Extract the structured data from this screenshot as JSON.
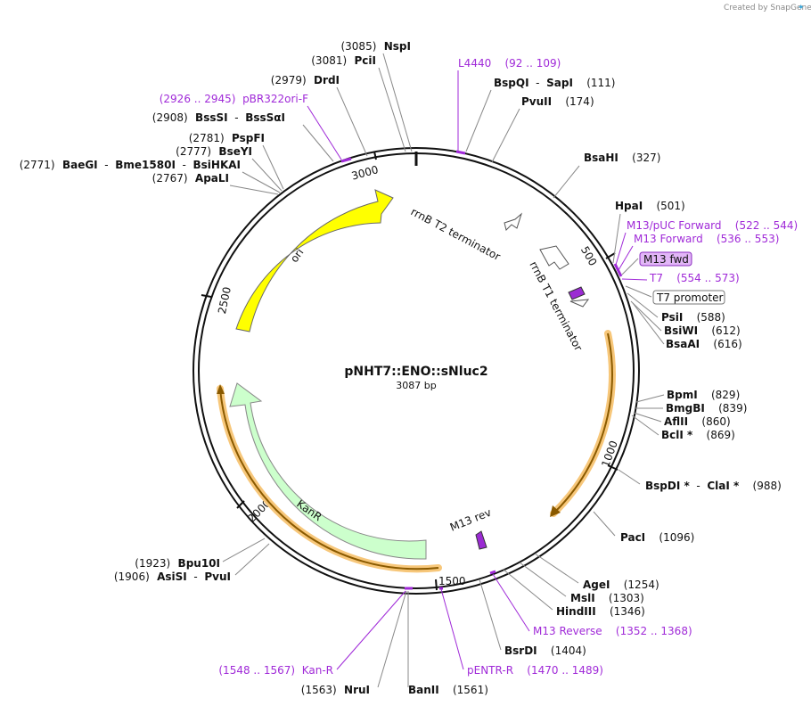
{
  "watermark": "Created by SnapGene",
  "plasmid": {
    "name": "pNHT7::ENO::sNluc2",
    "size_label": "3087 bp",
    "length": 3087
  },
  "colors": {
    "backbone": "#111111",
    "primer": "#a02ad8",
    "ori": "#ffff00",
    "kanr": "#ccffcc",
    "cds_glow": "#f7c77a",
    "cds_line": "#8a5a00",
    "terminator": "#ffffff",
    "m13_feature": "#9b2bd3"
  },
  "ticks": [
    "500",
    "1000",
    "1500",
    "2000",
    "2500",
    "3000"
  ],
  "features": [
    {
      "id": "ori",
      "label": "ori"
    },
    {
      "id": "kanr",
      "label": "KanR"
    },
    {
      "id": "rrnb-t2",
      "label": "rrnB T2 terminator"
    },
    {
      "id": "rrnb-t1",
      "label": "rrnB T1 terminator"
    },
    {
      "id": "m13rev",
      "label": "M13 rev"
    }
  ],
  "labels": [
    {
      "id": "nspi",
      "parts": [
        {
          "t": "(3085)",
          "c": "num"
        },
        {
          "t": "  NspI",
          "c": "enz"
        }
      ]
    },
    {
      "id": "pcii",
      "parts": [
        {
          "t": "(3081)",
          "c": "num"
        },
        {
          "t": "  PciI",
          "c": "enz"
        }
      ]
    },
    {
      "id": "drdi",
      "parts": [
        {
          "t": "(2979)",
          "c": "num"
        },
        {
          "t": "  DrdI",
          "c": "enz"
        }
      ]
    },
    {
      "id": "pbr322",
      "parts": [
        {
          "t": "(2926 .. 2945)",
          "c": "prim"
        },
        {
          "t": "  pBR322ori-F",
          "c": "prim"
        }
      ]
    },
    {
      "id": "bsssi",
      "parts": [
        {
          "t": "(2908)",
          "c": "num"
        },
        {
          "t": "  BssSI",
          "c": "enz"
        },
        {
          "t": "  -  ",
          "c": "num"
        },
        {
          "t": "BssSαI",
          "c": "enz"
        }
      ]
    },
    {
      "id": "pspfi",
      "parts": [
        {
          "t": "(2781)",
          "c": "num"
        },
        {
          "t": "  PspFI",
          "c": "enz"
        }
      ]
    },
    {
      "id": "bseyi",
      "parts": [
        {
          "t": "(2777)",
          "c": "num"
        },
        {
          "t": "  BseYI",
          "c": "enz"
        }
      ]
    },
    {
      "id": "baegi",
      "parts": [
        {
          "t": "(2771)",
          "c": "num"
        },
        {
          "t": "  BaeGI",
          "c": "enz"
        },
        {
          "t": "  -  ",
          "c": "num"
        },
        {
          "t": "Bme1580I",
          "c": "enz"
        },
        {
          "t": "  -  ",
          "c": "num"
        },
        {
          "t": "BsiHKAI",
          "c": "enz"
        }
      ]
    },
    {
      "id": "apali",
      "parts": [
        {
          "t": "(2767)",
          "c": "num"
        },
        {
          "t": "  ApaLI",
          "c": "enz"
        }
      ]
    },
    {
      "id": "l4440",
      "parts": [
        {
          "t": "L4440",
          "c": "prim"
        },
        {
          "t": "    (92 .. 109)",
          "c": "prim"
        }
      ]
    },
    {
      "id": "bspqi",
      "parts": [
        {
          "t": "BspQI",
          "c": "enz"
        },
        {
          "t": "  -  ",
          "c": "num"
        },
        {
          "t": "SapI",
          "c": "enz"
        },
        {
          "t": "    (111)",
          "c": "num"
        }
      ]
    },
    {
      "id": "pvuii",
      "parts": [
        {
          "t": "PvuII",
          "c": "enz"
        },
        {
          "t": "    (174)",
          "c": "num"
        }
      ]
    },
    {
      "id": "bsahi",
      "parts": [
        {
          "t": "BsaHI",
          "c": "enz"
        },
        {
          "t": "    (327)",
          "c": "num"
        }
      ]
    },
    {
      "id": "hpai",
      "parts": [
        {
          "t": "HpaI",
          "c": "enz"
        },
        {
          "t": "    (501)",
          "c": "num"
        }
      ]
    },
    {
      "id": "m13puc",
      "parts": [
        {
          "t": "M13/pUC Forward",
          "c": "prim"
        },
        {
          "t": "    (522 .. 544)",
          "c": "prim"
        }
      ]
    },
    {
      "id": "m13fwd",
      "parts": [
        {
          "t": "M13 Forward",
          "c": "prim"
        },
        {
          "t": "    (536 .. 553)",
          "c": "prim"
        }
      ]
    },
    {
      "id": "t7",
      "parts": [
        {
          "t": "T7",
          "c": "prim"
        },
        {
          "t": "    (554 .. 573)",
          "c": "prim"
        }
      ]
    },
    {
      "id": "psii",
      "parts": [
        {
          "t": "PsiI",
          "c": "enz"
        },
        {
          "t": "    (588)",
          "c": "num"
        }
      ]
    },
    {
      "id": "bsiwi",
      "parts": [
        {
          "t": "BsiWI",
          "c": "enz"
        },
        {
          "t": "    (612)",
          "c": "num"
        }
      ]
    },
    {
      "id": "bsaai",
      "parts": [
        {
          "t": "BsaAI",
          "c": "enz"
        },
        {
          "t": "    (616)",
          "c": "num"
        }
      ]
    },
    {
      "id": "bpmi",
      "parts": [
        {
          "t": "BpmI",
          "c": "enz"
        },
        {
          "t": "    (829)",
          "c": "num"
        }
      ]
    },
    {
      "id": "bmgbi",
      "parts": [
        {
          "t": "BmgBI",
          "c": "enz"
        },
        {
          "t": "    (839)",
          "c": "num"
        }
      ]
    },
    {
      "id": "aflii",
      "parts": [
        {
          "t": "AflII",
          "c": "enz"
        },
        {
          "t": "    (860)",
          "c": "num"
        }
      ]
    },
    {
      "id": "bcli",
      "parts": [
        {
          "t": "BclI *",
          "c": "enz"
        },
        {
          "t": "    (869)",
          "c": "num"
        }
      ]
    },
    {
      "id": "bspdi",
      "parts": [
        {
          "t": "BspDI *",
          "c": "enz"
        },
        {
          "t": "  -  ",
          "c": "num"
        },
        {
          "t": "ClaI *",
          "c": "enz"
        },
        {
          "t": "    (988)",
          "c": "num"
        }
      ]
    },
    {
      "id": "paci",
      "parts": [
        {
          "t": "PacI",
          "c": "enz"
        },
        {
          "t": "    (1096)",
          "c": "num"
        }
      ]
    },
    {
      "id": "agei",
      "parts": [
        {
          "t": "AgeI",
          "c": "enz"
        },
        {
          "t": "    (1254)",
          "c": "num"
        }
      ]
    },
    {
      "id": "msli",
      "parts": [
        {
          "t": "MslI",
          "c": "enz"
        },
        {
          "t": "    (1303)",
          "c": "num"
        }
      ]
    },
    {
      "id": "hindiii",
      "parts": [
        {
          "t": "HindIII",
          "c": "enz"
        },
        {
          "t": "    (1346)",
          "c": "num"
        }
      ]
    },
    {
      "id": "m13rev-primer",
      "parts": [
        {
          "t": "M13 Reverse",
          "c": "prim"
        },
        {
          "t": "    (1352 .. 1368)",
          "c": "prim"
        }
      ]
    },
    {
      "id": "bsrdi",
      "parts": [
        {
          "t": "BsrDI",
          "c": "enz"
        },
        {
          "t": "    (1404)",
          "c": "num"
        }
      ]
    },
    {
      "id": "pentr",
      "parts": [
        {
          "t": "pENTR-R",
          "c": "prim"
        },
        {
          "t": "    (1470 .. 1489)",
          "c": "prim"
        }
      ]
    },
    {
      "id": "banii",
      "parts": [
        {
          "t": "BanII",
          "c": "enz"
        },
        {
          "t": "    (1561)",
          "c": "num"
        }
      ]
    },
    {
      "id": "nrui",
      "parts": [
        {
          "t": "(1563)",
          "c": "num"
        },
        {
          "t": "  NruI",
          "c": "enz"
        }
      ]
    },
    {
      "id": "kanr-primer",
      "parts": [
        {
          "t": "(1548 .. 1567)",
          "c": "prim"
        },
        {
          "t": "  Kan-R",
          "c": "prim"
        }
      ]
    },
    {
      "id": "bpu10i",
      "parts": [
        {
          "t": "(1923)",
          "c": "num"
        },
        {
          "t": "  Bpu10I",
          "c": "enz"
        }
      ]
    },
    {
      "id": "asisi",
      "parts": [
        {
          "t": "(1906)",
          "c": "num"
        },
        {
          "t": "  AsiSI",
          "c": "enz"
        },
        {
          "t": "  -  ",
          "c": "num"
        },
        {
          "t": "PvuI",
          "c": "enz"
        }
      ]
    }
  ],
  "boxed_labels": [
    {
      "id": "m13fwd-feature",
      "label": "M13 fwd",
      "fill": "#e2b6f7",
      "stroke": "#8a2bbf"
    },
    {
      "id": "t7-promoter",
      "label": "T7 promoter",
      "fill": "#ffffff",
      "stroke": "#777777"
    }
  ]
}
